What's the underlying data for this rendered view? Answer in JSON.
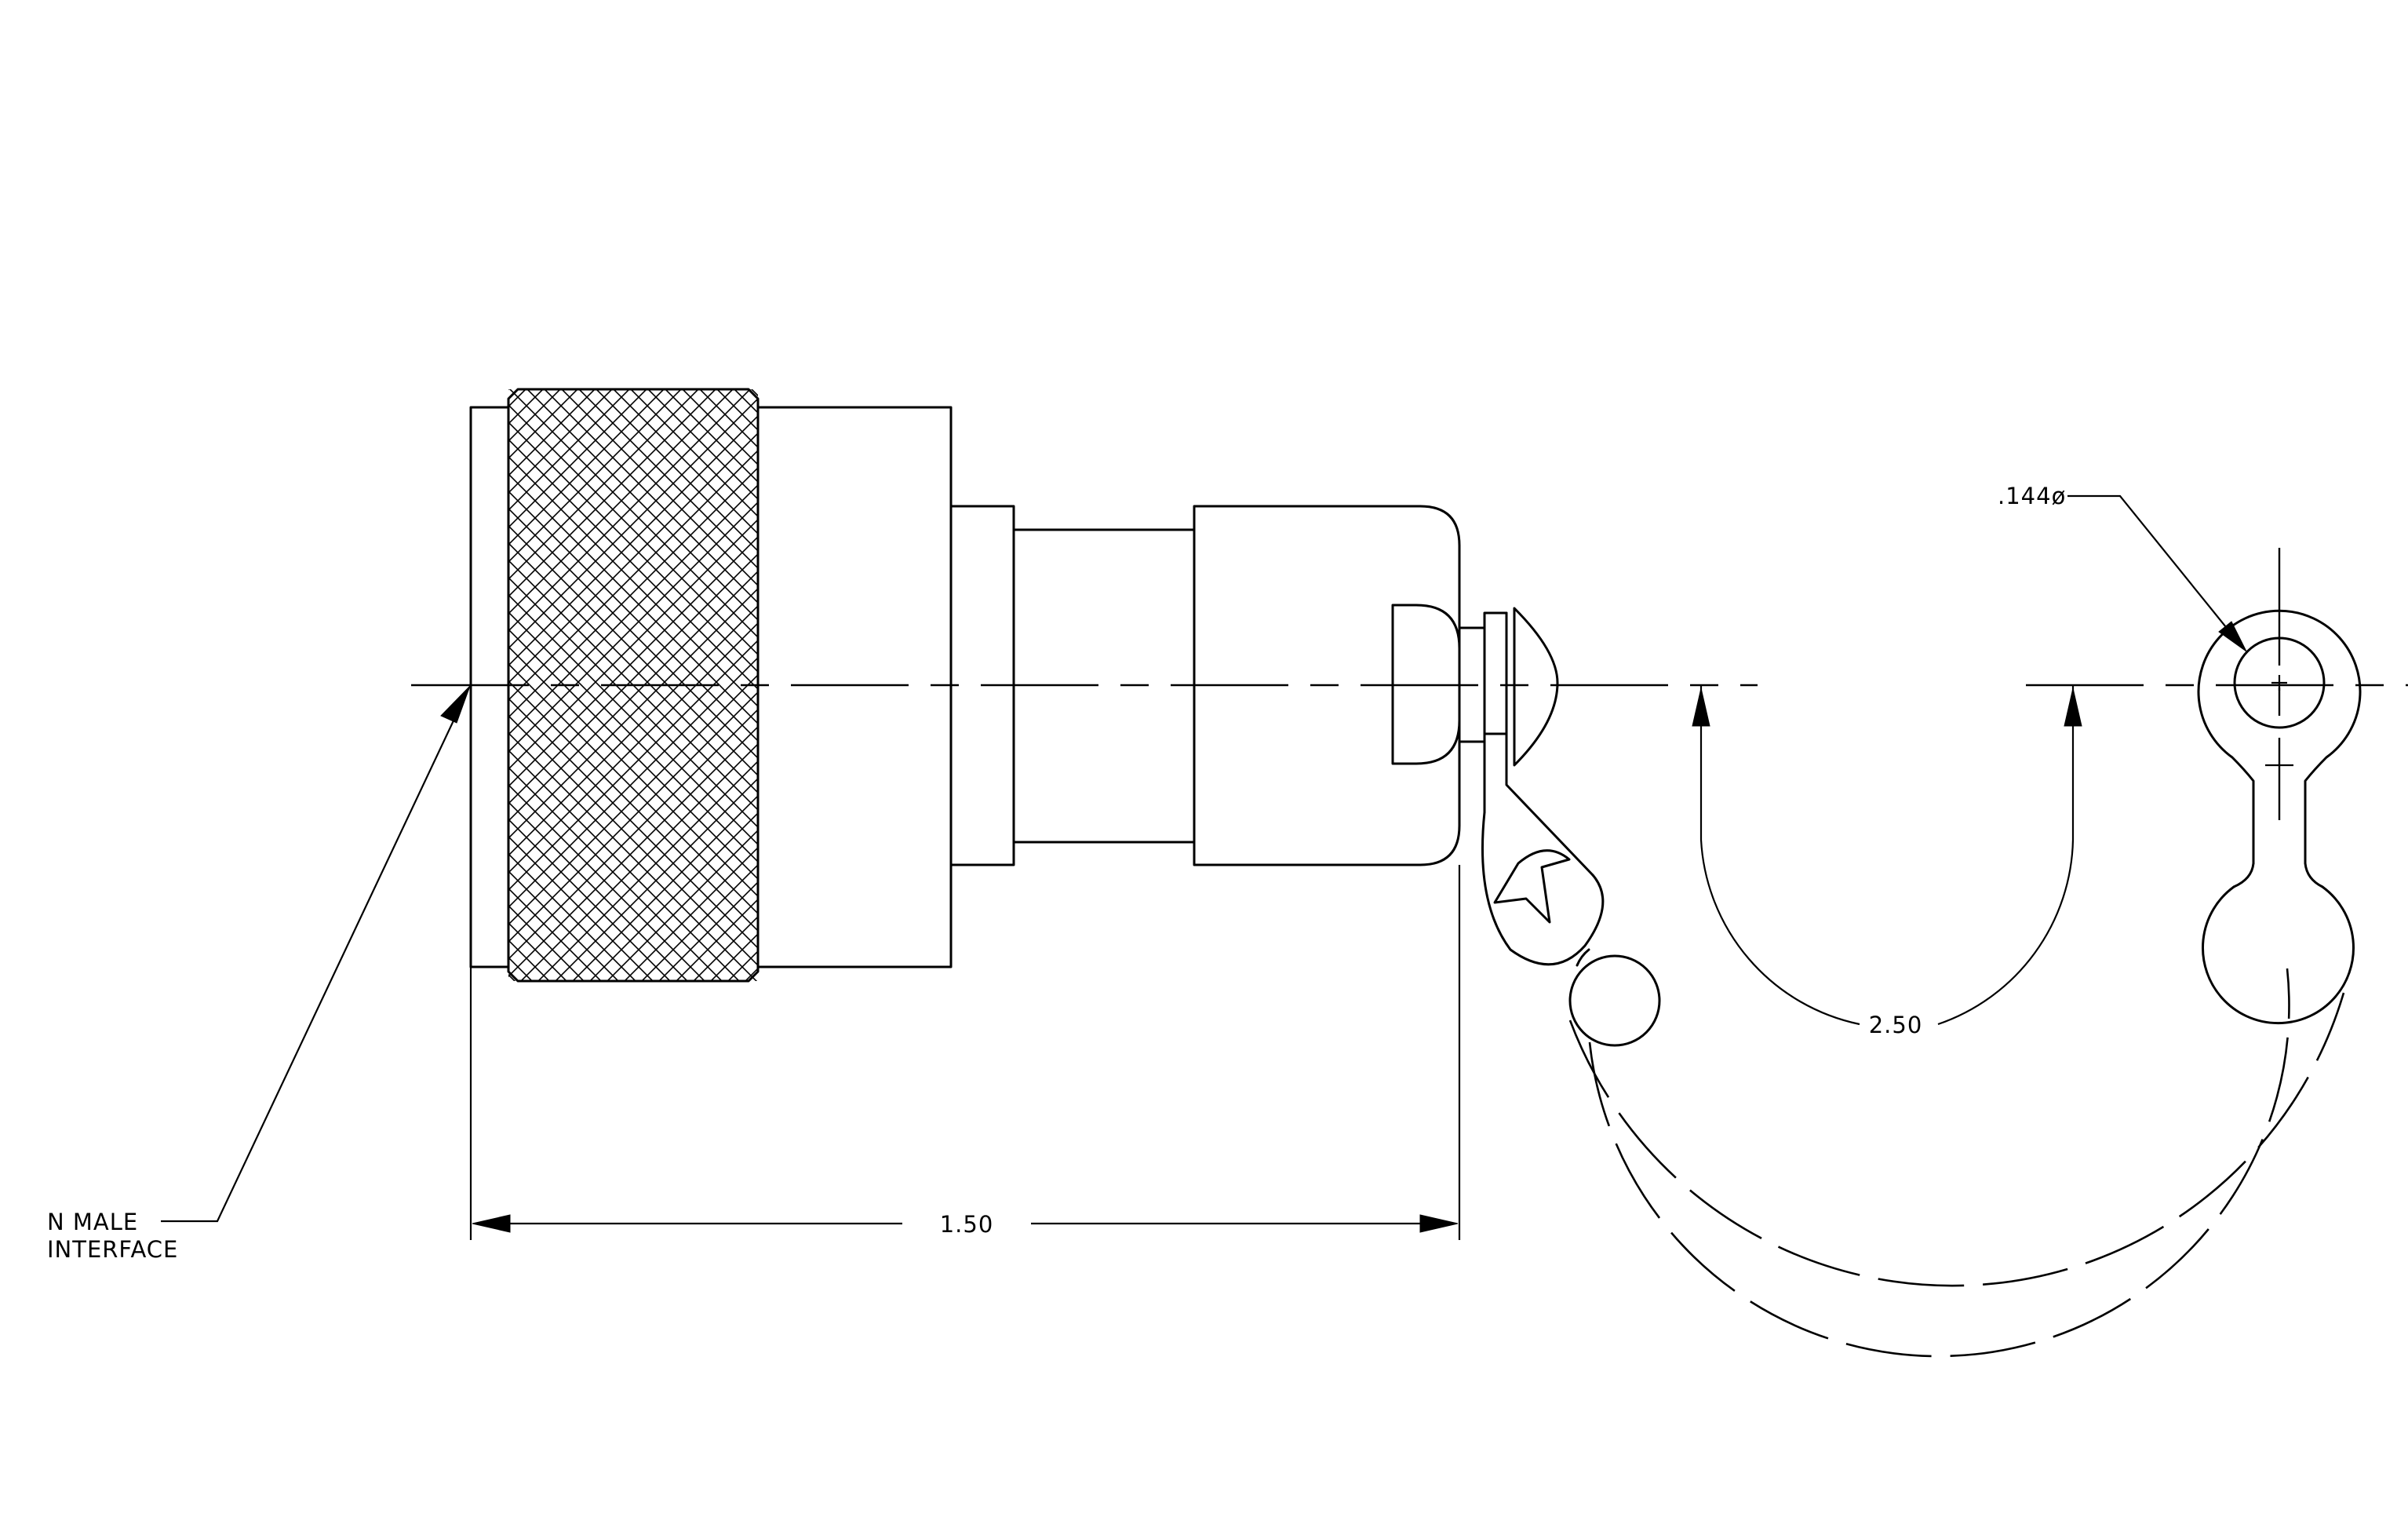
{
  "drawing": {
    "labels": {
      "interface_line1": "N MALE",
      "interface_line2": "INTERFACE",
      "length_dim": "1.50",
      "chain_dim": "2.50",
      "hole_dim": ".144ø"
    }
  }
}
